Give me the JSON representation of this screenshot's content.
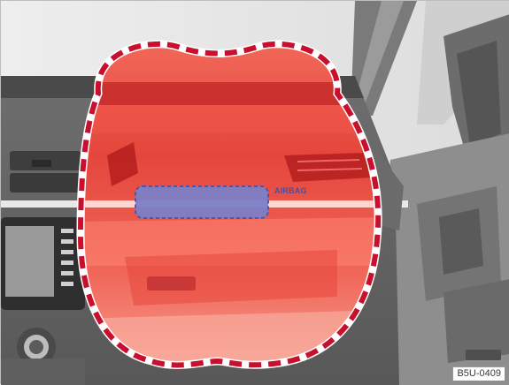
{
  "figure": {
    "airbag_label": "AIRBAG",
    "code": "B5U-0409",
    "icon": "passenger-front-airbag-zone",
    "colors": {
      "deployment_zone": "#e83a3a",
      "dashed_outline": "#c8102e",
      "airbag_cover": "#7d80c8",
      "interior": "#8a8a8a"
    }
  }
}
